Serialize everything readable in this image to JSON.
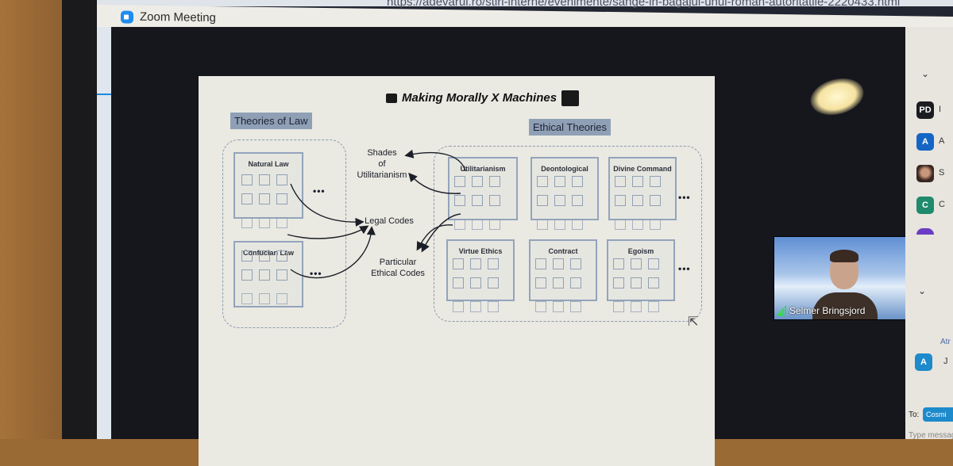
{
  "browser": {
    "url": "https://adevarul.ro/stiri-interne/evenimente/sange-in-bagajul-unui-roman-autoritatile-2220433.html"
  },
  "window": {
    "app_icon": "zoom-camera-icon",
    "title": "Zoom Meeting"
  },
  "slide": {
    "title": "Making Morally X Machines",
    "left_section_label": "Theories of Law",
    "right_section_label": "Ethical Theories",
    "law_theories": [
      {
        "label": "Natural Law"
      },
      {
        "label": "Confucian Law"
      }
    ],
    "ethical_theories": [
      {
        "label": "Utilitarianism"
      },
      {
        "label": "Deontological"
      },
      {
        "label": "Divine Command"
      },
      {
        "label": "Virtue Ethics"
      },
      {
        "label": "Contract"
      },
      {
        "label": "Egoism"
      }
    ],
    "nodes": {
      "shades": "Shades\nof\nUtilitarianism",
      "shades_lines": [
        "Shades",
        "of",
        "Utilitarianism"
      ],
      "legal_codes": "Legal Codes",
      "particular_lines": [
        "Particular",
        "Ethical Codes"
      ]
    },
    "ellipsis": "•••"
  },
  "video": {
    "participant_name": "Selmer Bringsjord",
    "signal_icon": "signal-strength-icon"
  },
  "participants_panel": {
    "items": [
      {
        "initials": "PD",
        "color": "#1b1b22",
        "name_fragment": "I"
      },
      {
        "initials": "A",
        "color": "#1566c4",
        "name_fragment": "A"
      },
      {
        "initials": "",
        "color": "#5a3e34",
        "name_fragment": "S",
        "photo": true
      },
      {
        "initials": "C",
        "color": "#1f8a6c",
        "name_fragment": "C"
      },
      {
        "initials": "",
        "color": "#6a3dc4",
        "name_fragment": ""
      }
    ]
  },
  "chat": {
    "header_fragment": "Atr",
    "message_avatar": "A",
    "message_avatar_color": "#1d8acb",
    "message_fragment": "J",
    "to_label": "To:",
    "to_recipient": "Cosmi",
    "input_placeholder": "Type message"
  }
}
